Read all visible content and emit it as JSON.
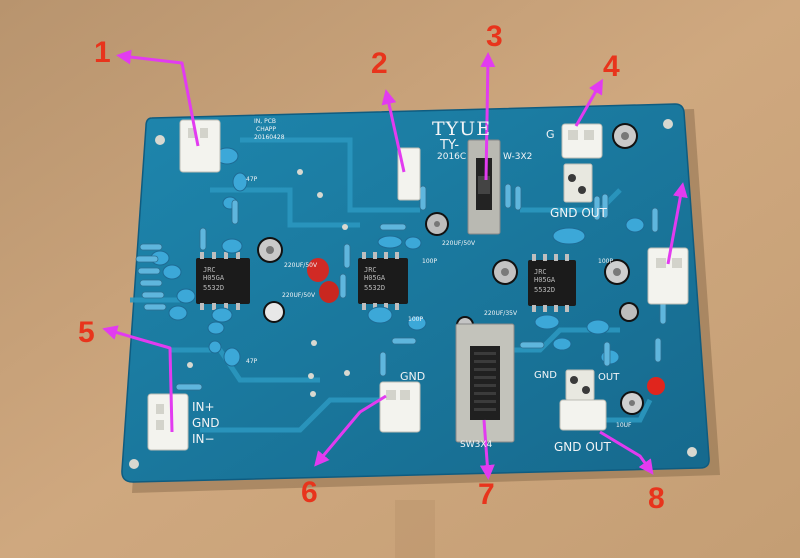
{
  "colors": {
    "background": "#c9a37c",
    "pcb": "#1c7fa5",
    "trace": "#2a8fb6",
    "arrow": "#e23bf0",
    "number": "#e8341c",
    "silkscreen": "#f2f4f6"
  },
  "callouts": [
    {
      "label": "1"
    },
    {
      "label": "2"
    },
    {
      "label": "3"
    },
    {
      "label": "4"
    },
    {
      "label": "5"
    },
    {
      "label": "6"
    },
    {
      "label": "7"
    },
    {
      "label": "8"
    }
  ],
  "board": {
    "brand": "TYUE",
    "model_partial": "TY-",
    "date_code_partial": "2016C",
    "switch_top_code": "W-3X2",
    "pcb_note": [
      "IN, PCB",
      "CHAPP",
      "20160428"
    ],
    "bottom_switch_code": "SW3X4",
    "cap_labels": [
      "220UF/50V",
      "220UF/50V",
      "100P",
      "100P",
      "220UF/35V",
      "100P",
      "10UF",
      "47P",
      "47P",
      "220UF/50V"
    ],
    "chip_labels": [
      {
        "brand": "JRC",
        "code": "5532D",
        "lot": "H05GA"
      },
      {
        "brand": "JRC",
        "code": "5532D",
        "lot": "H05GA"
      },
      {
        "brand": "JRC",
        "code": "5532D",
        "lot": "H05GA"
      }
    ],
    "connector_labels": {
      "input_in_plus": "IN+",
      "input_gnd": "GND",
      "input_in_minus": "IN−",
      "out4": "GND  OUT",
      "out8": "GND  OUT",
      "gnd6": "GND",
      "gnd_mid": "GND",
      "out_mid": "OUT",
      "out_top": "G"
    }
  }
}
